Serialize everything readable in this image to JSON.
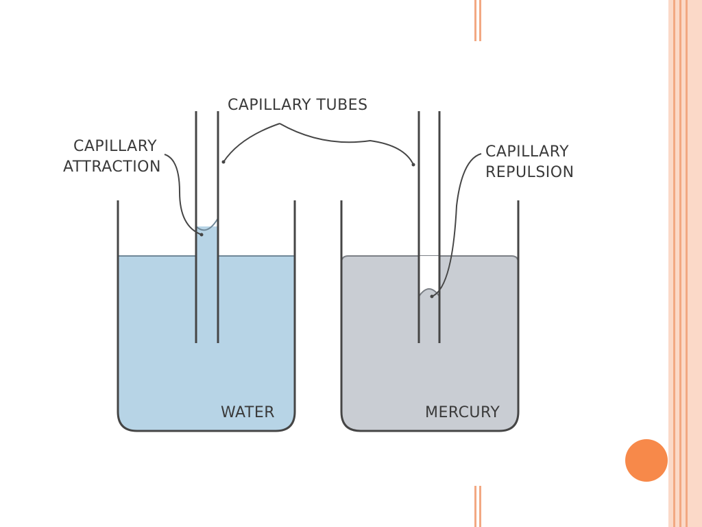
{
  "diagram": {
    "label_tubes": "CAPILLARY TUBES",
    "label_attraction_line1": "CAPILLARY",
    "label_attraction_line2": "ATTRACTION",
    "label_repulsion_line1": "CAPILLARY",
    "label_repulsion_line2": "REPULSION",
    "label_water": "WATER",
    "label_mercury": "MERCURY"
  },
  "colors": {
    "water": "#b7d4e6",
    "mercury": "#c9cdd3",
    "outline": "#454545",
    "accent_orange": "#f7894a",
    "frame_peach": "#fbd9c8"
  }
}
